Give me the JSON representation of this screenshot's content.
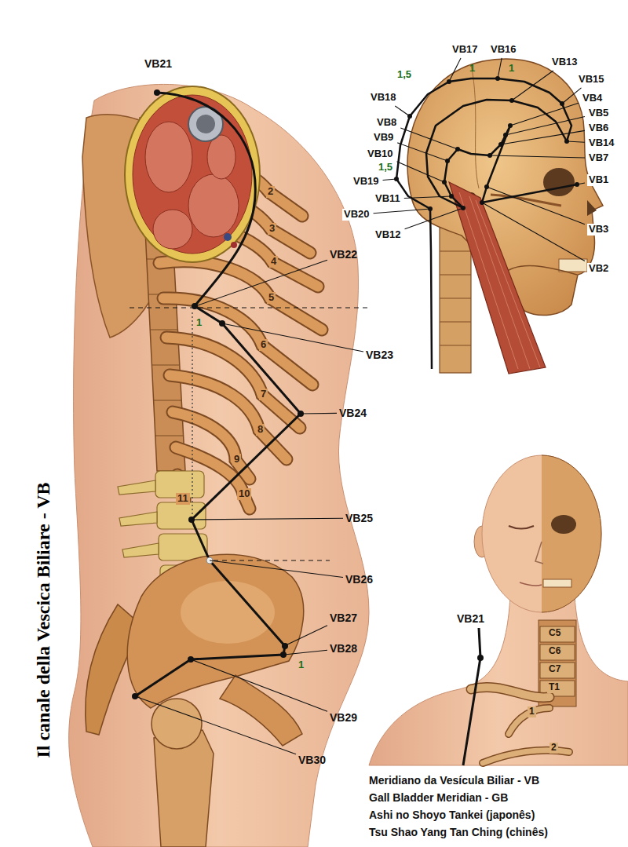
{
  "diagram": {
    "title": "Il canale della Vescica Biliare - VB",
    "labels": [
      "VB21",
      "VB22",
      "VB23",
      "VB24",
      "VB25",
      "VB26",
      "VB27",
      "VB28",
      "VB29",
      "VB30",
      "2",
      "3",
      "4",
      "5",
      "6",
      "7",
      "8",
      "9",
      "10",
      "11",
      "1",
      "1",
      "VB17",
      "VB16",
      "VB13",
      "VB15",
      "VB4",
      "VB5",
      "VB6",
      "VB14",
      "VB7",
      "VB1",
      "VB3",
      "VB2",
      "VB18",
      "VB8",
      "VB9",
      "VB10",
      "VB19",
      "VB11",
      "VB20",
      "VB12",
      "1,5",
      "1",
      "1",
      "1,5",
      "VB21",
      "C5",
      "C6",
      "C7",
      "T1",
      "1",
      "2",
      "Meridiano da Vesícula Biliar - VB",
      "Gall Bladder Meridian - GB",
      "Ashi no Shoyo Tankei (japonês)",
      "Tsu Shao Yang Tan Ching (chinês)"
    ]
  }
}
